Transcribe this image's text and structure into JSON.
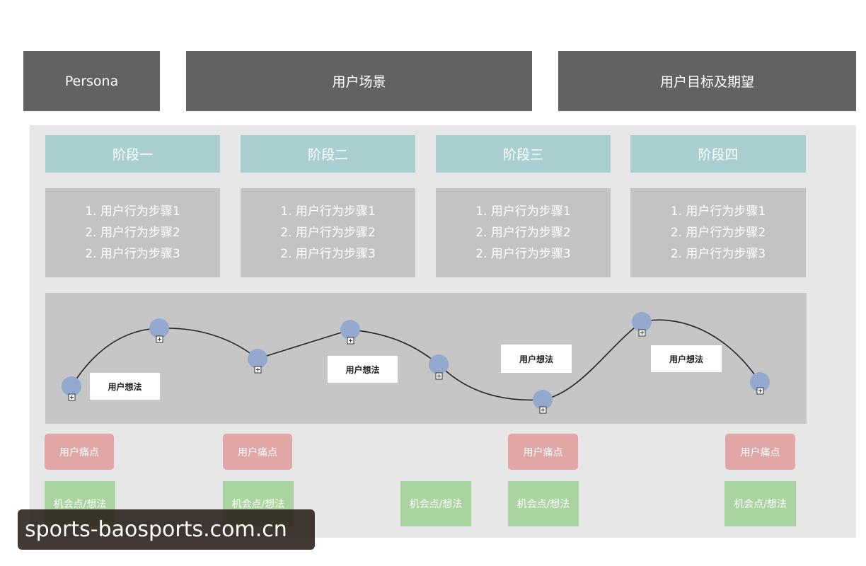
{
  "header": {
    "persona": "Persona",
    "scenario": "用户场景",
    "goals": "用户目标及期望"
  },
  "stages": [
    {
      "label": "阶段一",
      "steps": [
        "1. 用户行为步骤1",
        "2. 用户行为步骤2",
        "2. 用户行为步骤3"
      ]
    },
    {
      "label": "阶段二",
      "steps": [
        "1. 用户行为步骤1",
        "2. 用户行为步骤2",
        "2. 用户行为步骤3"
      ]
    },
    {
      "label": "阶段三",
      "steps": [
        "1. 用户行为步骤1",
        "2. 用户行为步骤2",
        "2. 用户行为步骤3"
      ]
    },
    {
      "label": "阶段四",
      "steps": [
        "1. 用户行为步骤1",
        "2. 用户行为步骤2",
        "2. 用户行为步骤3"
      ]
    }
  ],
  "thoughts": [
    "用户想法",
    "用户想法",
    "用户想法",
    "用户想法"
  ],
  "pain_points": [
    "用户痛点",
    "用户痛点",
    "用户痛点",
    "用户痛点"
  ],
  "opportunities": [
    "机会点/想法",
    "机会点/想法",
    "机会点/想法",
    "机会点/想法",
    "机会点/想法"
  ],
  "watermark": "sports-baosports.com.cn",
  "colors": {
    "header": "#626262",
    "stage": "#a9cfd0",
    "steps": "#c3c3c3",
    "pain": "#e1a7a7",
    "opportunity": "#a9d49f",
    "node": "#93a9cf"
  }
}
